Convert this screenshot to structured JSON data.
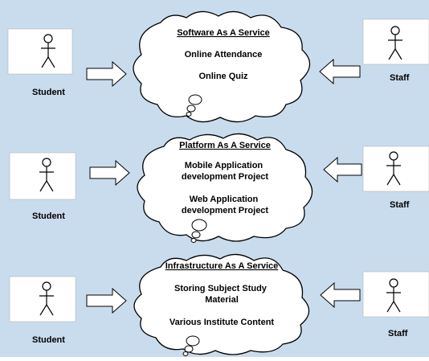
{
  "colors": {
    "background": "#c9dcee",
    "actor_box": "#ffffff",
    "stroke": "#000000"
  },
  "tiers": [
    {
      "title": "Software As A Service",
      "services": [
        "Online Attendance",
        "Online Quiz"
      ],
      "left_actor": "Student",
      "right_actor": "Staff"
    },
    {
      "title": "Platform  As A Service",
      "services": [
        "Mobile Application development Project",
        "Web Application development Project"
      ],
      "left_actor": "Student",
      "right_actor": "Staff"
    },
    {
      "title": "Infrastructure  As A Service",
      "services": [
        "Storing Subject Study Material",
        "Various Institute  Content"
      ],
      "left_actor": "Student",
      "right_actor": "Staff"
    }
  ]
}
